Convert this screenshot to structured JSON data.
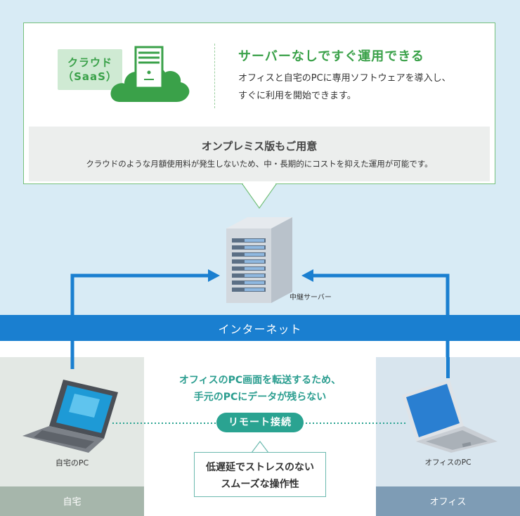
{
  "cloud": {
    "label_line1": "クラウド",
    "label_line2": "（SaaS）",
    "headline": "サーバーなしですぐ運用できる",
    "desc_line1": "オフィスと自宅のPCに専用ソフトウェアを導入し、",
    "desc_line2": "すぐに利用を開始できます。"
  },
  "onprem": {
    "title": "オンプレミス版もご用意",
    "desc": "クラウドのような月額使用料が発生しないため、中・長期的にコストを抑えた運用が可能です。"
  },
  "relay_server": {
    "label": "中継サーバー"
  },
  "internet": {
    "label": "インターネット"
  },
  "home": {
    "pc_label": "自宅のPC",
    "footer": "自宅"
  },
  "office": {
    "pc_label": "オフィスのPC",
    "footer": "オフィス"
  },
  "transfer": {
    "line1": "オフィスのPC画面を転送するため、",
    "line2": "手元のPCにデータが残らない"
  },
  "remote": {
    "label": "リモート接続"
  },
  "latency": {
    "line1": "低遅延でストレスのない",
    "line2": "スムーズな操作性"
  },
  "colors": {
    "sky": "#d8ebf5",
    "green": "#3aa149",
    "internet_blue": "#1a7fd0",
    "teal": "#2aa391",
    "home_footer": "#a6b6ab",
    "office_footer": "#7e9cb5"
  }
}
